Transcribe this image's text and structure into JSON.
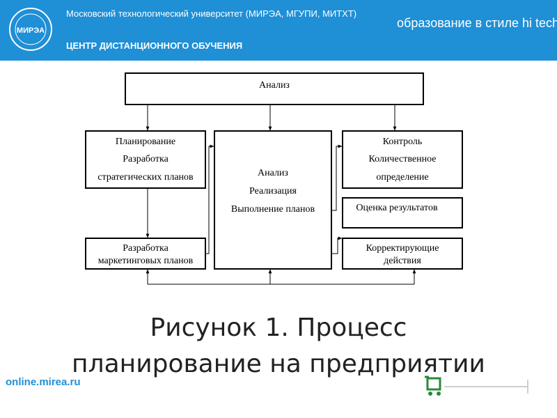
{
  "header": {
    "university": "Московский технологический университет (МИРЭА, МГУПИ, МИТХТ)",
    "center": "ЦЕНТР ДИСТАНЦИОННОГО ОБУЧЕНИЯ",
    "slogan": "образование в стиле hi tech",
    "logo_text": "МИРЭА",
    "accent_color": "#1f8fd6"
  },
  "diagram": {
    "top": "Анализ",
    "left_top": [
      "Планирование",
      "Разработка",
      "стратегических планов"
    ],
    "left_bottom": [
      "Разработка",
      "маркетинговых планов"
    ],
    "middle": [
      "Анализ",
      "Реализация",
      "Выполнение планов"
    ],
    "right_top": [
      "Контроль",
      "Количественное",
      "определение"
    ],
    "right_mid": "Оценка результатов",
    "right_bottom": [
      "Корректирующие",
      "действия"
    ]
  },
  "caption": {
    "line1": "Рисунок 1. Процесс",
    "line2": "планирование на предприятии"
  },
  "footer": {
    "link": "online.mirea.ru",
    "icon": "shopping-cart-icon"
  }
}
